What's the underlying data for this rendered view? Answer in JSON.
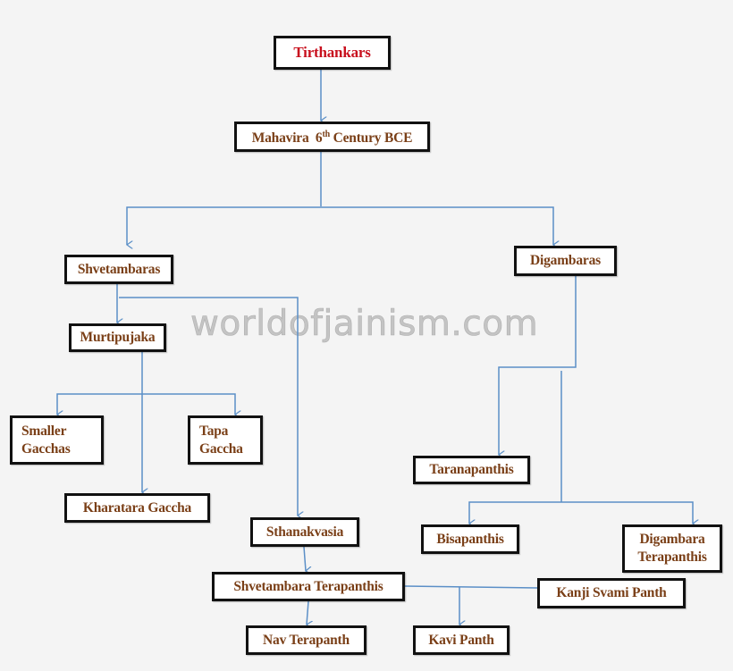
{
  "watermark": "worldofjainism.com",
  "colors": {
    "background": "#f4f4f4",
    "connector": "#5b8fc7",
    "node_text": "#7a3f17",
    "root_text": "#c8101e",
    "node_border": "#111111"
  },
  "nodes": {
    "tirthankars": {
      "label": "Tirthankars"
    },
    "mahavira": {
      "label_main": "Mahavira  6",
      "label_sup": "th",
      "label_rest": " Century BCE"
    },
    "shvetambaras": {
      "label": "Shvetambaras"
    },
    "digambaras": {
      "label": "Digambaras"
    },
    "murtipujaka": {
      "label": "Murtipujaka"
    },
    "smaller_gacchas": {
      "line1": "Smaller",
      "line2": "Gacchas"
    },
    "tapa_gaccha": {
      "line1": "Tapa",
      "line2": "Gaccha"
    },
    "kharatara_gaccha": {
      "label": "Kharatara Gaccha"
    },
    "sthanakvasia": {
      "label": "Sthanakvasia"
    },
    "shvetambara_terapanthis": {
      "label": "Shvetambara Terapanthis"
    },
    "nav_terapanth": {
      "label": "Nav Terapanth"
    },
    "kavi_panth": {
      "label": "Kavi Panth"
    },
    "taranapanthis": {
      "label": "Taranapanthis"
    },
    "bisapanthis": {
      "label": "Bisapanthis"
    },
    "digambara_terapanthis": {
      "line1": "Digambara",
      "line2": "Terapanthis"
    },
    "kanji_svami_panth": {
      "label": "Kanji Svami Panth"
    }
  },
  "edges": [
    [
      "Tirthankars",
      "Mahavira 6th Century BCE"
    ],
    [
      "Mahavira 6th Century BCE",
      "Shvetambaras"
    ],
    [
      "Mahavira 6th Century BCE",
      "Digambaras"
    ],
    [
      "Shvetambaras",
      "Murtipujaka"
    ],
    [
      "Shvetambaras",
      "Sthanakvasia"
    ],
    [
      "Murtipujaka",
      "Smaller Gacchas"
    ],
    [
      "Murtipujaka",
      "Tapa Gaccha"
    ],
    [
      "Murtipujaka",
      "Kharatara Gaccha"
    ],
    [
      "Sthanakvasia",
      "Shvetambara Terapanthis"
    ],
    [
      "Shvetambara Terapanthis",
      "Nav Terapanth"
    ],
    [
      "Shvetambara Terapanthis",
      "Kavi Panth"
    ],
    [
      "Shvetambara Terapanthis",
      "Kanji Svami Panth"
    ],
    [
      "Digambaras",
      "Taranapanthis"
    ],
    [
      "Digambaras",
      "Bisapanthis"
    ],
    [
      "Digambaras",
      "Digambara Terapanthis"
    ]
  ]
}
